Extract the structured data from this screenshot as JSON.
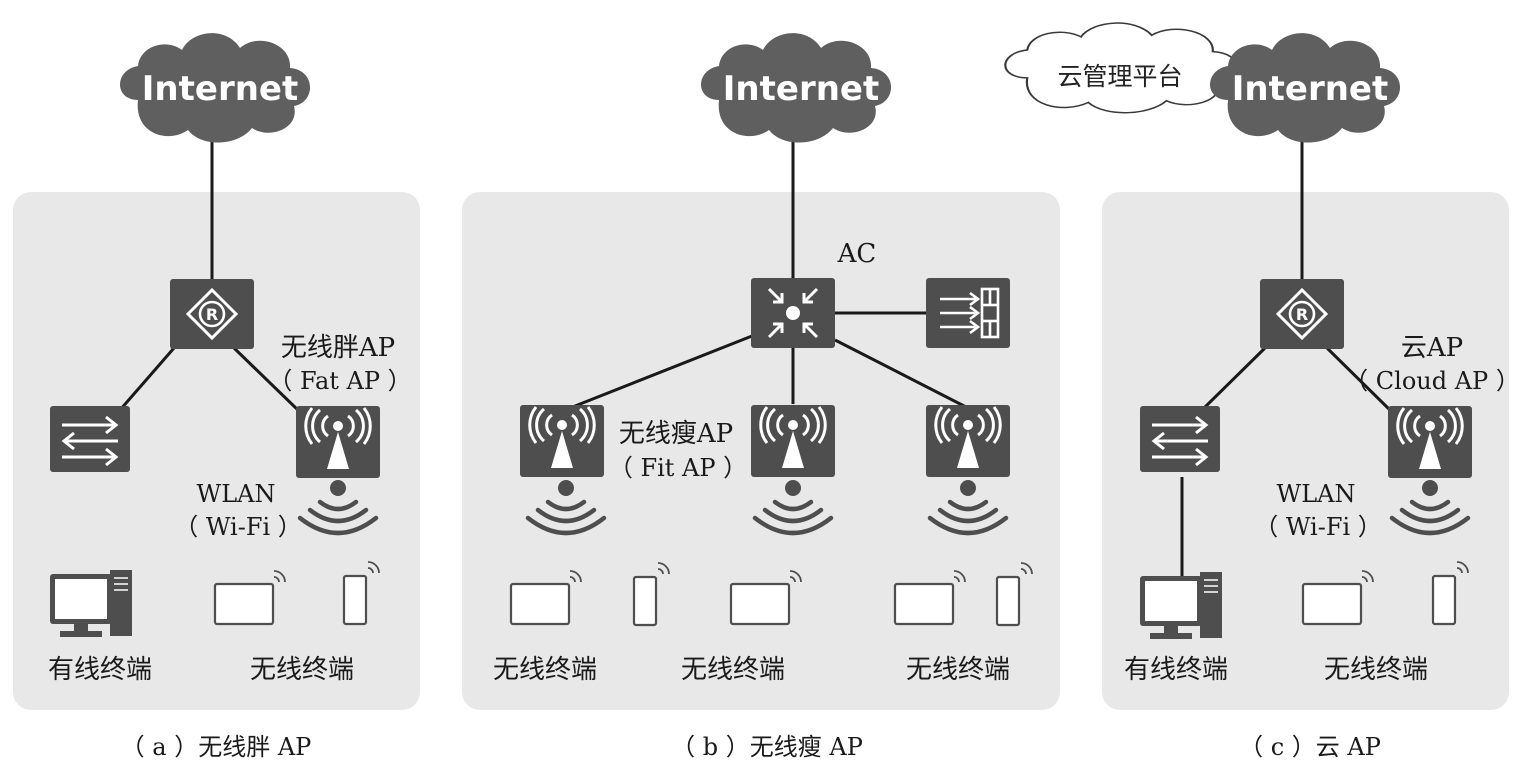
{
  "panels": {
    "a": {
      "internet": "Internet",
      "ap_label": "无线胖AP",
      "ap_label_en": "（ Fat AP ）",
      "wlan": "WLAN",
      "wifi": "（ Wi-Fi ）",
      "wired": "有线终端",
      "wireless": "无线终端",
      "caption": "（ a ）无线胖 AP"
    },
    "b": {
      "internet": "Internet",
      "ac": "AC",
      "ap_label": "无线瘦AP",
      "ap_label_en": "（ Fit AP ）",
      "wireless_1": "无线终端",
      "wireless_2": "无线终端",
      "wireless_3": "无线终端",
      "caption": "（ b ）无线瘦 AP"
    },
    "c": {
      "cloud_platform": "云管理平台",
      "internet": "Internet",
      "ap_label": "云AP",
      "ap_label_en": "（ Cloud AP ）",
      "wlan": "WLAN",
      "wifi": "（ Wi-Fi ）",
      "wired": "有线终端",
      "wireless": "无线终端",
      "caption": "（ c ）云 AP"
    }
  },
  "icons": {
    "router": "router-icon",
    "switch": "switch-icon",
    "ac": "ac-controller-icon",
    "firewall": "firewall-icon",
    "ap": "wireless-ap-icon",
    "signal": "wifi-signal-icon",
    "desktop": "desktop-computer-icon",
    "tablet": "tablet-icon",
    "phone": "phone-icon"
  },
  "colors": {
    "cloud": "#5f5f5f",
    "device": "#4e4e4e",
    "panel": "#e8e8e8",
    "line": "#1a1a1a"
  }
}
